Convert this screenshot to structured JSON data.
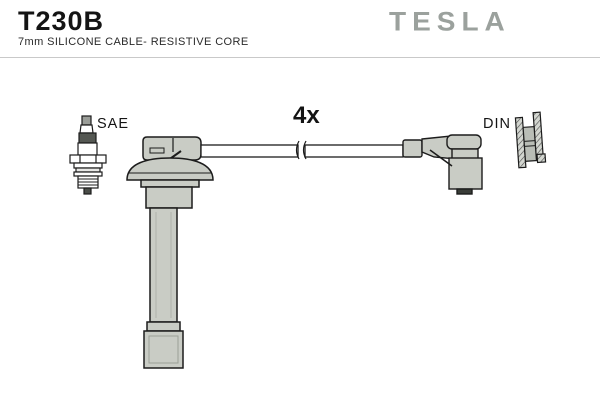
{
  "header": {
    "part_number": "T230B",
    "subtitle": "7mm SILICONE CABLE- RESISTIVE CORE",
    "brand": "TESLA"
  },
  "diagram": {
    "quantity": "4x",
    "spark_plug_end": "SAE",
    "distributor_end": "DIN"
  },
  "colors": {
    "part_fill": "#c9ccc5",
    "outline": "#1c1c1c",
    "brand_gray": "#9ba19d",
    "divider": "#c9c9c9",
    "background": "#ffffff"
  }
}
